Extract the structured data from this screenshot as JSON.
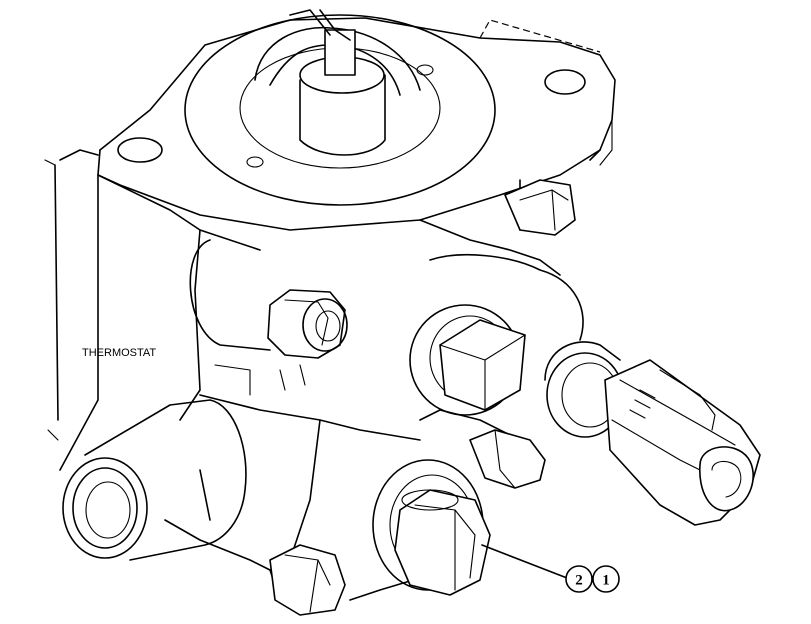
{
  "diagram": {
    "label": "THERMOSTAT",
    "callouts": [
      {
        "text": "2"
      },
      {
        "text": "1"
      }
    ]
  }
}
